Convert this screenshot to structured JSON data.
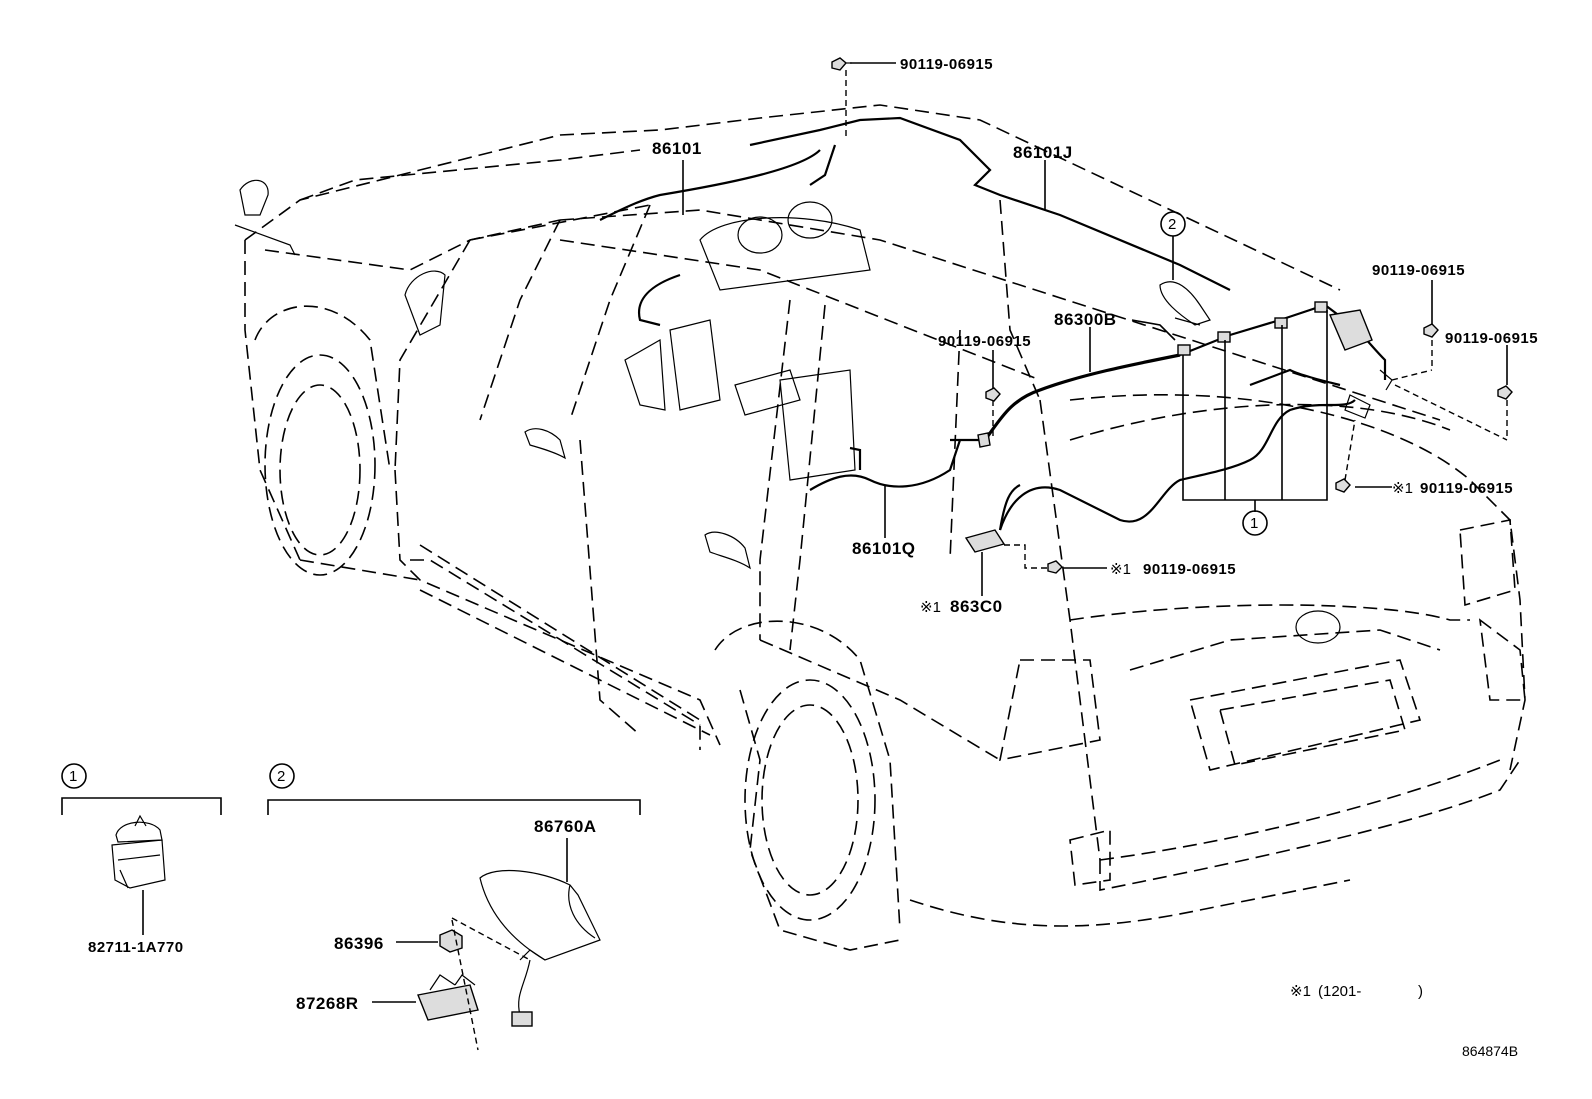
{
  "labels": {
    "p86101": "86101",
    "p86101J": "86101J",
    "p86300B": "86300B",
    "p86101Q": "86101Q",
    "p863C0": "863C0",
    "bolt_top": "90119-06915",
    "bolt_right1": "90119-06915",
    "bolt_right2": "90119-06915",
    "bolt_center": "90119-06915",
    "bolt_right3": "90119-06915",
    "bolt_lower": "90119-06915",
    "p86760A": "86760A",
    "p86396": "86396",
    "p87268R": "87268R",
    "p82711": "82711-1A770"
  },
  "markers": {
    "asterisk1": "※1",
    "circle1": "1",
    "circle2": "2"
  },
  "footnote": {
    "mark": "※1",
    "text": "(1201-",
    "close": ")"
  },
  "diagram_code": "864874B"
}
